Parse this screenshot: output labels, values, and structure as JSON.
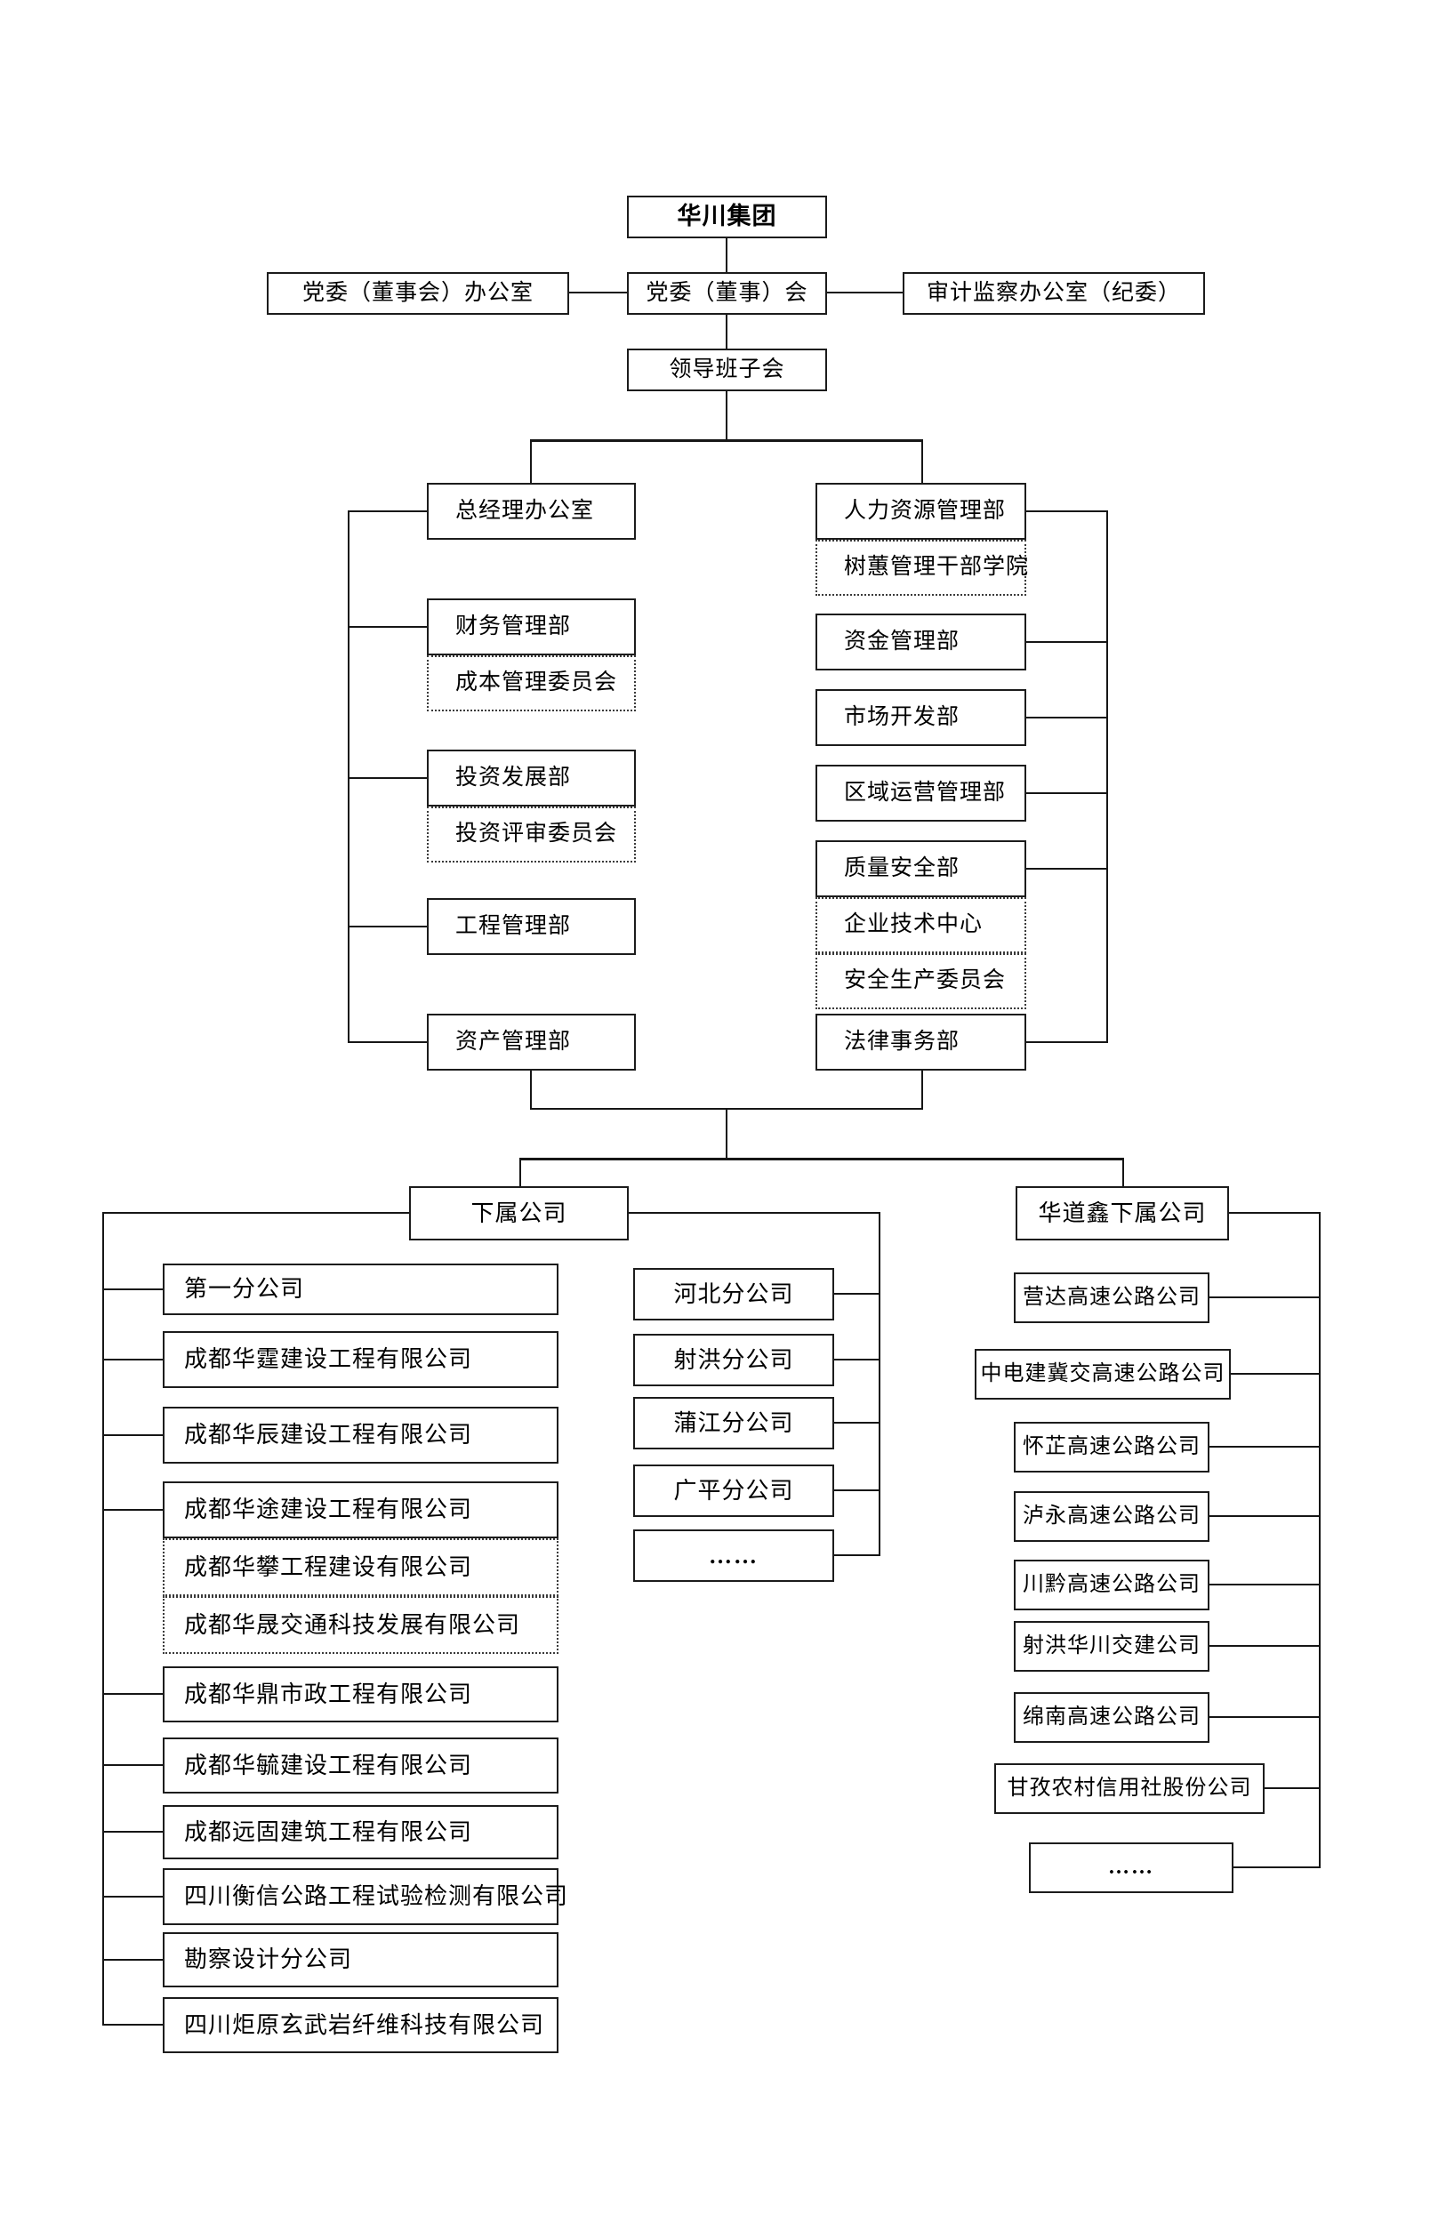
{
  "org_chart": {
    "root": "华川集团",
    "row2": [
      "党委（董事会）办公室",
      "党委（董事）会",
      "审计监察办公室（纪委）"
    ],
    "leadership": "领导班子会",
    "left_departments": [
      "总经理办公室",
      "财务管理部",
      "成本管理委员会",
      "投资发展部",
      "投资评审委员会",
      "工程管理部",
      "资产管理部"
    ],
    "right_departments": [
      "人力资源管理部",
      "树蕙管理干部学院",
      "资金管理部",
      "市场开发部",
      "区域运营管理部",
      "质量安全部",
      "企业技术中心",
      "安全生产委员会",
      "法律事务部"
    ],
    "group_left": "下属公司",
    "group_right": "华道鑫下属公司",
    "left_companies": [
      "第一分公司",
      "成都华霆建设工程有限公司",
      "成都华辰建设工程有限公司",
      "成都华途建设工程有限公司",
      "成都华攀工程建设有限公司",
      "成都华晟交通科技发展有限公司",
      "成都华鼎市政工程有限公司",
      "成都华毓建设工程有限公司",
      "成都远固建筑工程有限公司",
      "四川衡信公路工程试验检测有限公司",
      "勘察设计分公司",
      "四川炬原玄武岩纤维科技有限公司"
    ],
    "middle_companies": [
      "河北分公司",
      "射洪分公司",
      "蒲江分公司",
      "广平分公司",
      "……"
    ],
    "right_companies": [
      "营达高速公路公司",
      "中电建冀交高速公路公司",
      "怀芷高速公路公司",
      "泸永高速公路公司",
      "川黔高速公路公司",
      "射洪华川交建公司",
      "绵南高速公路公司",
      "甘孜农村信用社股份公司",
      "……"
    ]
  },
  "colors": {
    "line": "#161616",
    "border": "#1c1c1c",
    "background": "#ffffff",
    "text": "#000000"
  }
}
